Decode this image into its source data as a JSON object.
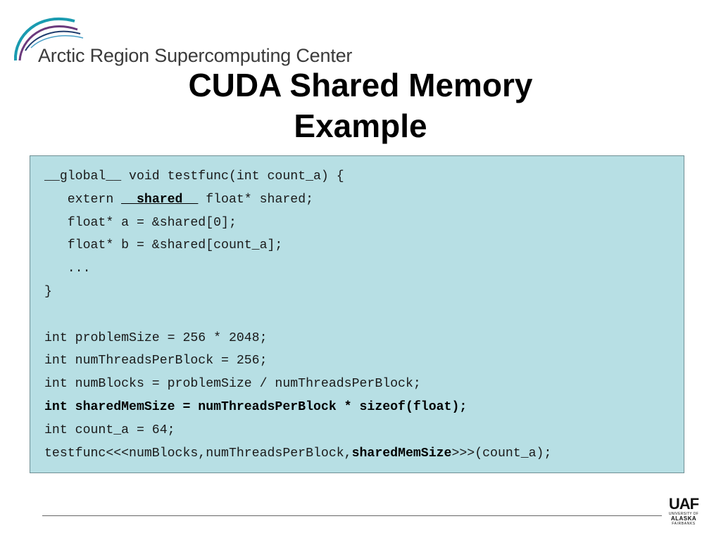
{
  "header": {
    "logo_text": "Arctic Region Supercomputing Center",
    "logo_icon": "arc-swoosh-logo"
  },
  "slide": {
    "title_line1": "CUDA Shared Memory",
    "title_line2": "Example"
  },
  "code": {
    "l1": "__global__ void testfunc(int count_a) {",
    "l2_pre": "   extern ",
    "l2_kw": "__shared__",
    "l2_post": " float* shared;",
    "l3": "   float* a = &shared[0];",
    "l4": "   float* b = &shared[count_a];",
    "l5": "   ...",
    "l6": "}",
    "l7": "",
    "l8": "int problemSize = 256 * 2048;",
    "l9": "int numThreadsPerBlock = 256;",
    "l10": "int numBlocks = problemSize / numThreadsPerBlock;",
    "l11": "int sharedMemSize = numThreadsPerBlock * sizeof(float);",
    "l12": "int count_a = 64;",
    "l13_pre": "testfunc<<<numBlocks,numThreadsPerBlock,",
    "l13_kw": "sharedMemSize",
    "l13_post": ">>>(count_a);"
  },
  "footer": {
    "uaf_big": "UAF",
    "uaf_line1": "UNIVERSITY OF",
    "uaf_line2": "ALASKA",
    "uaf_line3": "FAIRBANKS"
  },
  "colors": {
    "code_bg": "#b7dfe4",
    "arc_teal": "#1a9bb0",
    "arc_purple": "#6b3a7d",
    "arc_navy": "#1f3d6e"
  }
}
